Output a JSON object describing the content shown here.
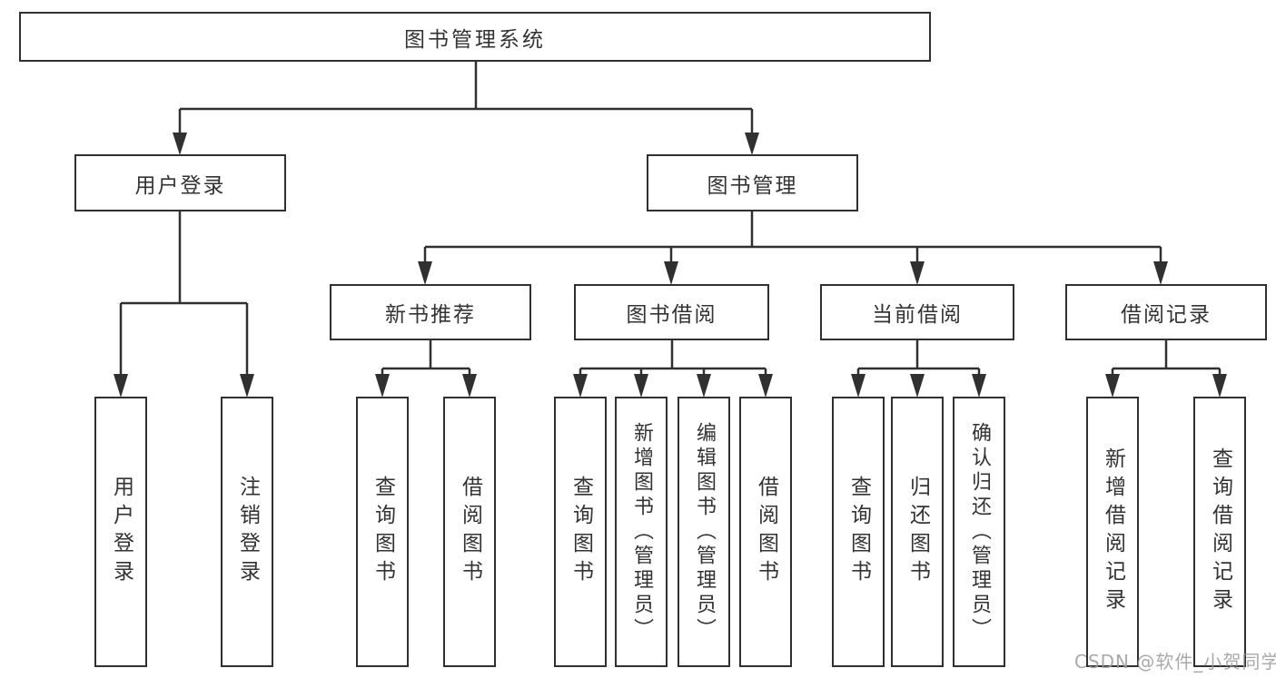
{
  "diagram": {
    "root": {
      "label": "图书管理系统"
    },
    "level2": {
      "user_login": {
        "label": "用户登录"
      },
      "book_management": {
        "label": "图书管理"
      }
    },
    "level3": {
      "new_book_recommend": {
        "label": "新书推荐"
      },
      "book_borrow": {
        "label": "图书借阅"
      },
      "current_borrow": {
        "label": "当前借阅"
      },
      "borrow_records": {
        "label": "借阅记录"
      }
    },
    "leaves": {
      "user_login": {
        "label": "用户登录"
      },
      "logout": {
        "label": "注销登录"
      },
      "nb_query_books": {
        "label": "查询图书"
      },
      "nb_borrow_books": {
        "label": "借阅图书"
      },
      "bb_query_books": {
        "label": "查询图书"
      },
      "bb_add_books": {
        "label": "新增图书（管理员）"
      },
      "bb_edit_books": {
        "label": "编辑图书（管理员）"
      },
      "bb_borrow_books": {
        "label": "借阅图书"
      },
      "cb_query_books": {
        "label": "查询图书"
      },
      "cb_return_books": {
        "label": "归还图书"
      },
      "cb_confirm_return": {
        "label": "确认归还（管理员）"
      },
      "br_add_record": {
        "label": "新增借阅记录"
      },
      "br_query_record": {
        "label": "查询借阅记录"
      }
    }
  },
  "watermark": {
    "text": "CSDN @软件_小贺同学"
  },
  "colors": {
    "line": "#303030",
    "text": "#333333",
    "background": "#ffffff",
    "watermark": "#9b9b9b"
  }
}
